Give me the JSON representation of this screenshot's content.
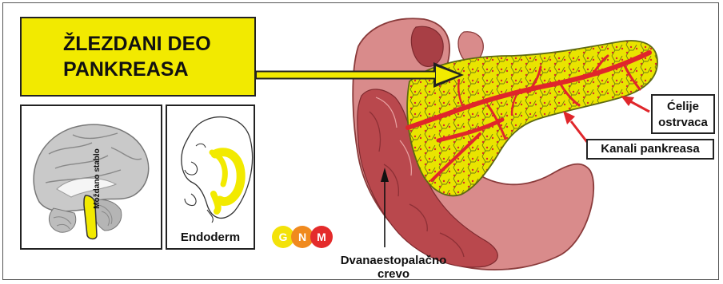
{
  "title": {
    "line1": "ŽLEZDANI DEO",
    "line2": "PANKREASA"
  },
  "panels": {
    "brain": {
      "stem_label": "Moždano stablo"
    },
    "embryo": {
      "label": "Endoderm"
    }
  },
  "logo": {
    "letters": [
      "G",
      "N",
      "M"
    ],
    "colors": [
      "#f3e20a",
      "#f08a1e",
      "#e42b2b"
    ]
  },
  "callouts": {
    "islets": {
      "line1": "Ćelije",
      "line2": "ostrvaca"
    },
    "ducts": "Kanali pankreasa",
    "duodenum": "Dvanaestopalačno crevo"
  },
  "colors": {
    "highlight": "#f2ea00",
    "arrow_red": "#e0262b",
    "duct_red": "#e0262b"
  }
}
